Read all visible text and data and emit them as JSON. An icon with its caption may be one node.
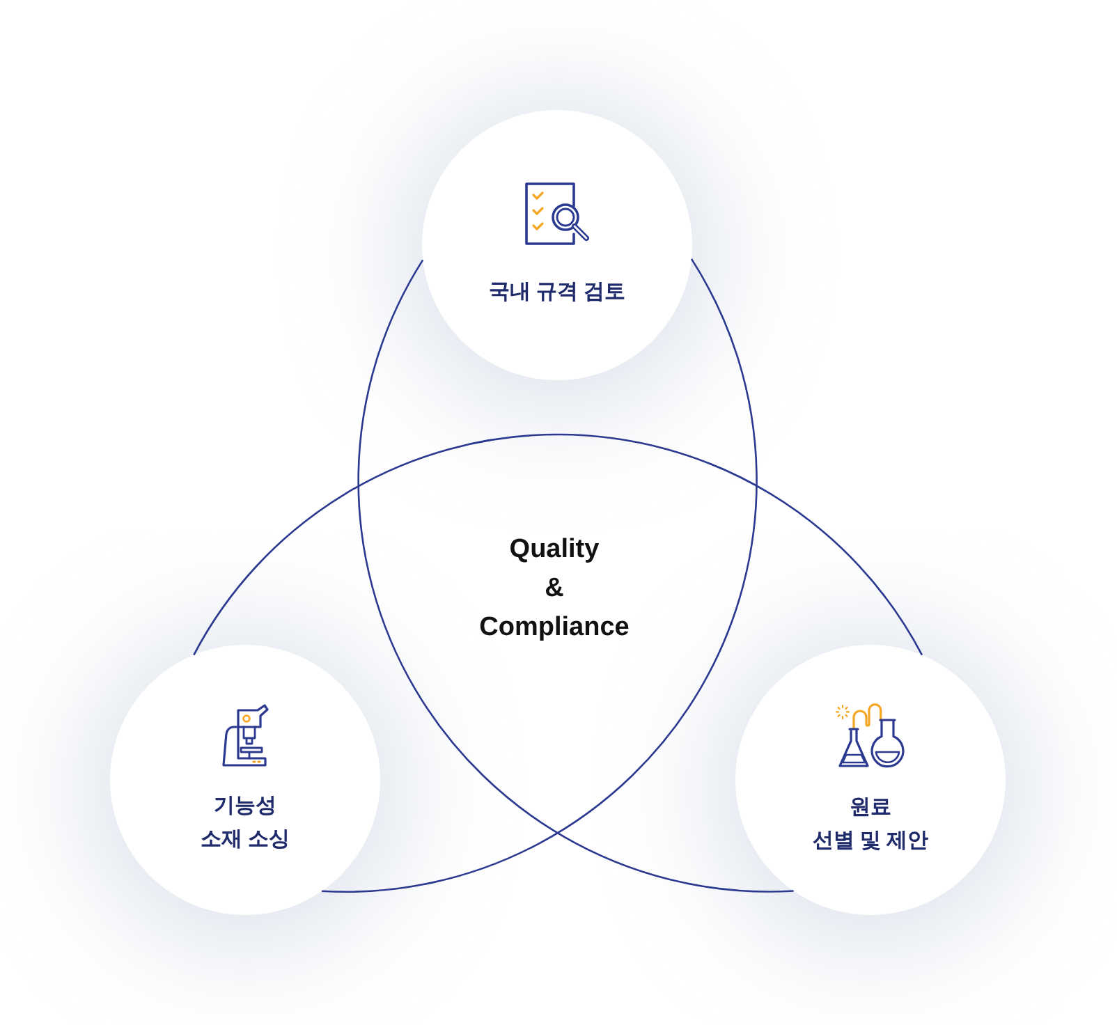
{
  "diagram": {
    "nodes": [
      {
        "text": [
          "국내 규격 검토"
        ]
      },
      {
        "text": [
          "기능성 소재 소싱"
        ]
      },
      {
        "text": [
          "원료 선별 및 제안"
        ]
      }
    ],
    "edges": [
      {
        "from": 0,
        "to": 1,
        "arrow": "none"
      },
      {
        "from": 0,
        "to": 2,
        "arrow": "none"
      },
      {
        "from": 1,
        "to": 2,
        "arrow": "none"
      }
    ],
    "labels": [
      "Quality & Compliance"
    ]
  }
}
